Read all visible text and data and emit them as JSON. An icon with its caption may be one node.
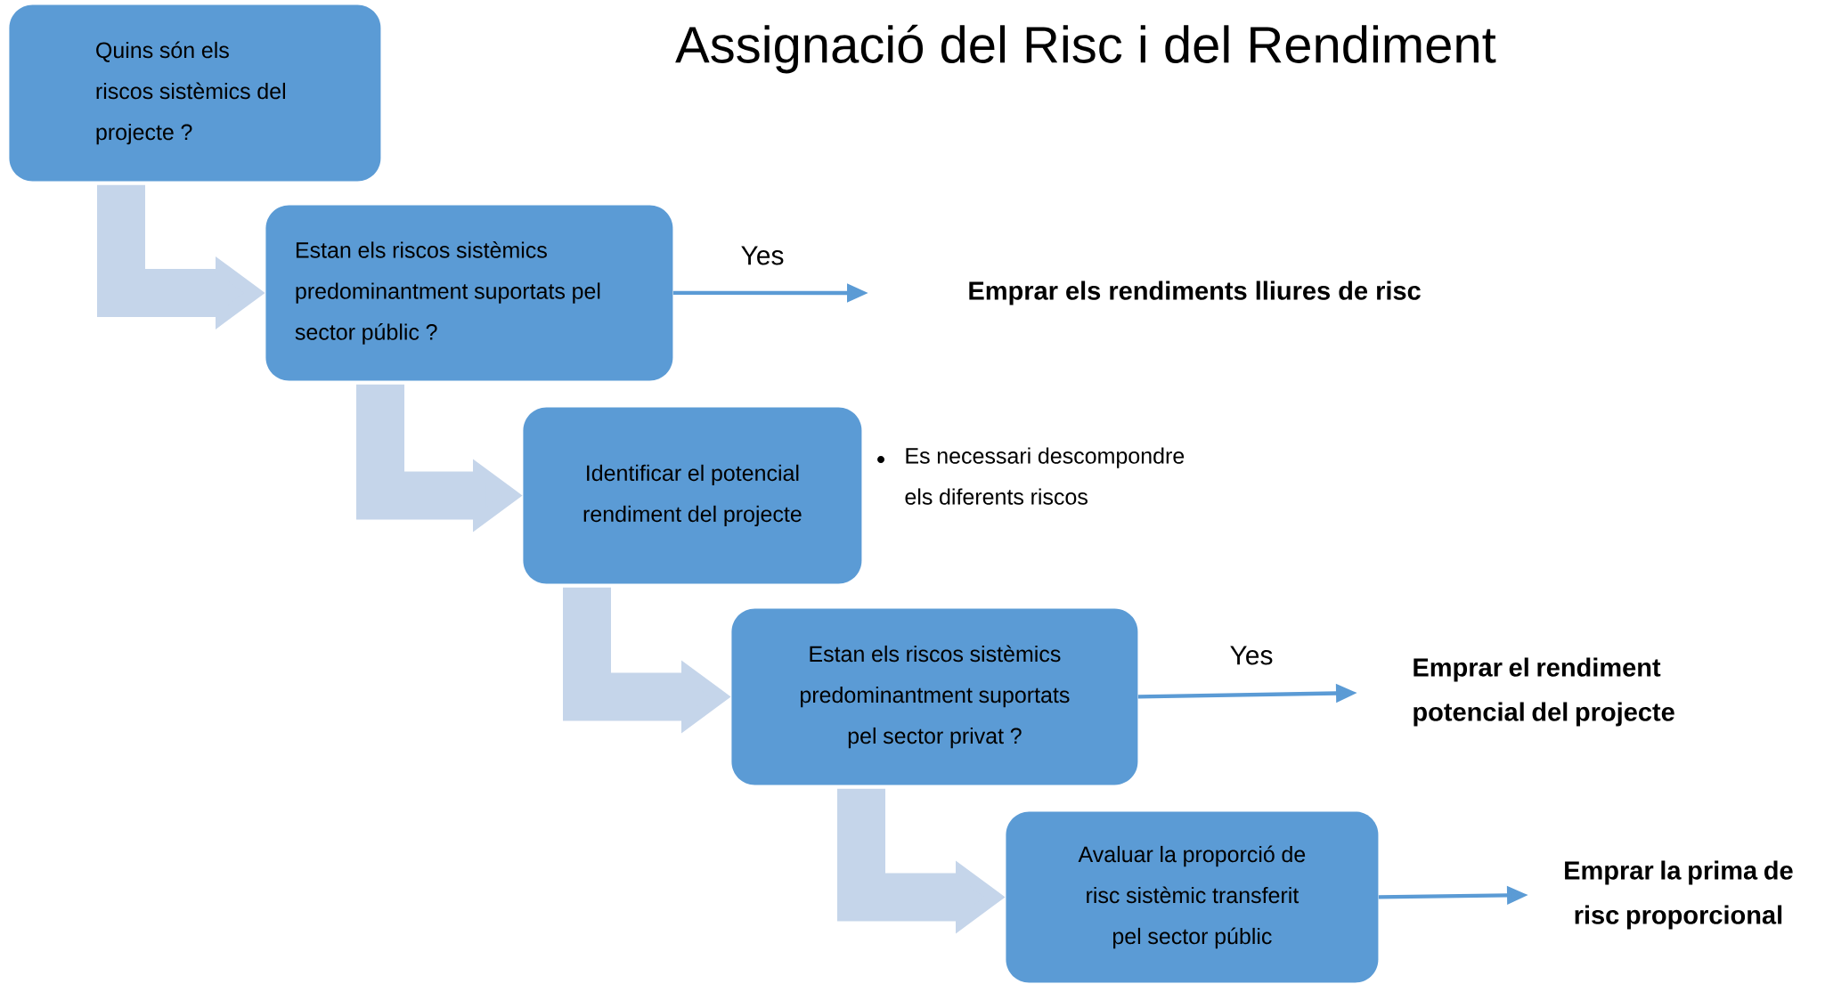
{
  "diagram": {
    "title": "Assignació del Risc i del Rendiment",
    "nodes": [
      {
        "text": [
          "Quins són els riscos sistèmics del projecte ?"
        ]
      },
      {
        "text": [
          "Estan els riscos sistèmics predominantment suportats pel sector públic ?"
        ]
      },
      {
        "text": [
          "Emprar els rendiments lliures de risc"
        ]
      },
      {
        "text": [
          "Identificar el potencial rendiment del projecte"
        ],
        "beside": [
          "Es necessari descompondre els diferents riscos"
        ]
      },
      {
        "text": [
          "Estan els riscos sistèmics predominantment suportats pel sector privat ?"
        ]
      },
      {
        "text": [
          "Emprar el rendiment potencial del projecte"
        ]
      },
      {
        "text": [
          "Avaluar la proporció de risc sistèmic transferit pel sector públic"
        ]
      },
      {
        "text": [
          "Emprar la prima de risc proporcional"
        ]
      }
    ],
    "edges": [
      {
        "from": 0,
        "to": 1,
        "arrow": "to"
      },
      {
        "from": 1,
        "to": 3,
        "arrow": "to"
      },
      {
        "from": 3,
        "to": 4,
        "arrow": "to"
      },
      {
        "from": 4,
        "to": 6,
        "arrow": "to"
      },
      {
        "from": 1,
        "to": 2,
        "arrow": "to",
        "label": "Yes",
        "color": "#5b9bd5"
      },
      {
        "from": 4,
        "to": 5,
        "arrow": "to",
        "label": "Yes",
        "color": "#5b9bd5"
      },
      {
        "from": 6,
        "to": 7,
        "arrow": "to",
        "color": "#5b9bd5"
      }
    ]
  }
}
